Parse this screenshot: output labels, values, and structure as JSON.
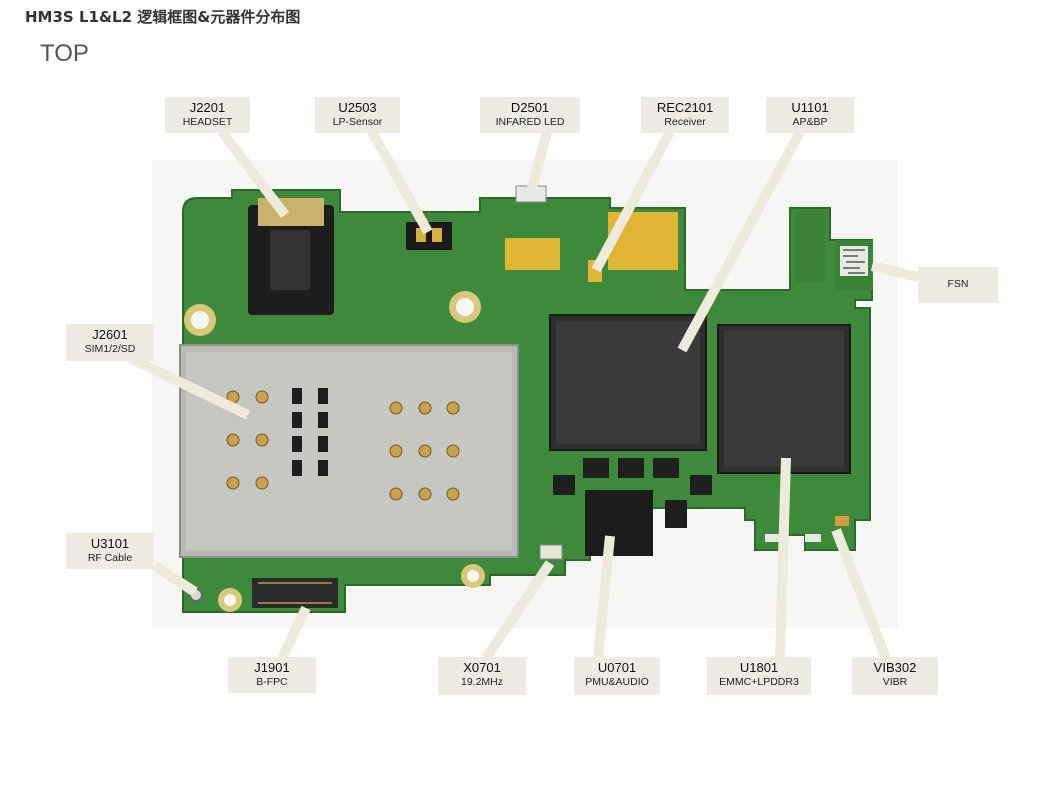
{
  "header": {
    "title": "HM3S L1&L2 逻辑框图&元器件分布图",
    "view": "TOP"
  },
  "colors": {
    "pcb_green": "#3f8a3a",
    "pcb_dark": "#2f6e2c",
    "shield_silver": "#b9bab6",
    "chip_black": "#2a2a2a",
    "gold_pad": "#e0b535",
    "callout_bg": "#edebe3",
    "leader_line": "#eeeadc"
  },
  "callouts": [
    {
      "id": "j2201",
      "ref": "J2201",
      "func": "HEADSET"
    },
    {
      "id": "u2503",
      "ref": "U2503",
      "func": "LP-Sensor"
    },
    {
      "id": "d2501",
      "ref": "D2501",
      "func": "INFARED LED"
    },
    {
      "id": "rec2101",
      "ref": "REC2101",
      "func": "Receiver"
    },
    {
      "id": "u1101",
      "ref": "U1101",
      "func": "AP&BP"
    },
    {
      "id": "fsn",
      "ref": "FSN",
      "func": ""
    },
    {
      "id": "j2601",
      "ref": "J2601",
      "func": "SIM1/2/SD"
    },
    {
      "id": "u3101",
      "ref": "U3101",
      "func": "RF Cable"
    },
    {
      "id": "j1901",
      "ref": "J1901",
      "func": "B-FPC"
    },
    {
      "id": "x0701",
      "ref": "X0701",
      "func": "19.2MHz"
    },
    {
      "id": "u0701",
      "ref": "U0701",
      "func": "PMU&AUDIO"
    },
    {
      "id": "u1801",
      "ref": "U1801",
      "func": "EMMC+LPDDR3"
    },
    {
      "id": "vib302",
      "ref": "VIB302",
      "func": "VIBR"
    }
  ]
}
